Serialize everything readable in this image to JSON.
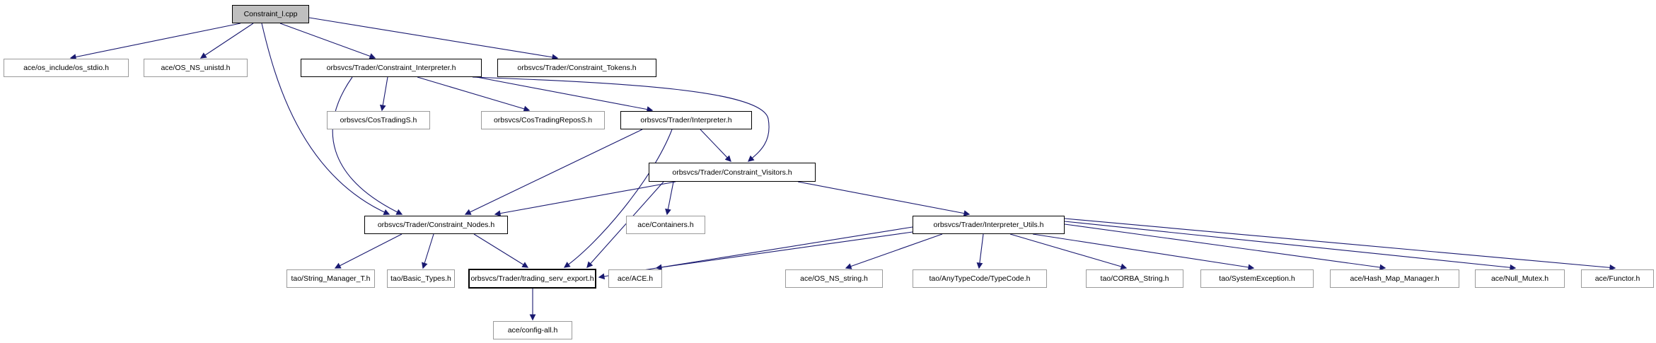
{
  "diagram": {
    "kind": "include-dependency-graph",
    "root_label": "Constraint_l.cpp",
    "edge_color": "#191970",
    "node_fill": "#ffffff",
    "root_fill": "#bfbfbf",
    "linked_border": "#000000",
    "leaf_border": "#9a9a9a"
  },
  "nodes": [
    {
      "id": "cpp",
      "label": "Constraint_l.cpp",
      "kind": "source"
    },
    {
      "id": "os_stdio",
      "label": "ace/os_include/os_stdio.h",
      "kind": "leaf"
    },
    {
      "id": "os_ns_unistd",
      "label": "ace/OS_NS_unistd.h",
      "kind": "leaf"
    },
    {
      "id": "constraint_interpreter",
      "label": "orbsvcs/Trader/Constraint_Interpreter.h",
      "kind": "linked"
    },
    {
      "id": "constraint_tokens",
      "label": "orbsvcs/Trader/Constraint_Tokens.h",
      "kind": "linked"
    },
    {
      "id": "cos_trading_s",
      "label": "orbsvcs/CosTradingS.h",
      "kind": "leaf"
    },
    {
      "id": "cos_trading_repos_s",
      "label": "orbsvcs/CosTradingReposS.h",
      "kind": "leaf"
    },
    {
      "id": "interpreter",
      "label": "orbsvcs/Trader/Interpreter.h",
      "kind": "linked"
    },
    {
      "id": "constraint_visitors",
      "label": "orbsvcs/Trader/Constraint_Visitors.h",
      "kind": "linked"
    },
    {
      "id": "constraint_nodes",
      "label": "orbsvcs/Trader/Constraint_Nodes.h",
      "kind": "linked"
    },
    {
      "id": "containers",
      "label": "ace/Containers.h",
      "kind": "leaf"
    },
    {
      "id": "interpreter_utils",
      "label": "orbsvcs/Trader/Interpreter_Utils.h",
      "kind": "linked"
    },
    {
      "id": "string_manager",
      "label": "tao/String_Manager_T.h",
      "kind": "leaf"
    },
    {
      "id": "basic_types",
      "label": "tao/Basic_Types.h",
      "kind": "leaf"
    },
    {
      "id": "trading_serv_export",
      "label": "orbsvcs/Trader/trading_serv_export.h",
      "kind": "linked-bold"
    },
    {
      "id": "ace",
      "label": "ace/ACE.h",
      "kind": "leaf"
    },
    {
      "id": "os_ns_string",
      "label": "ace/OS_NS_string.h",
      "kind": "leaf"
    },
    {
      "id": "typecode",
      "label": "tao/AnyTypeCode/TypeCode.h",
      "kind": "leaf"
    },
    {
      "id": "corba_string",
      "label": "tao/CORBA_String.h",
      "kind": "leaf"
    },
    {
      "id": "system_exception",
      "label": "tao/SystemException.h",
      "kind": "leaf"
    },
    {
      "id": "hash_map_manager",
      "label": "ace/Hash_Map_Manager.h",
      "kind": "leaf"
    },
    {
      "id": "null_mutex",
      "label": "ace/Null_Mutex.h",
      "kind": "leaf"
    },
    {
      "id": "functor",
      "label": "ace/Functor.h",
      "kind": "leaf"
    },
    {
      "id": "config_all",
      "label": "ace/config-all.h",
      "kind": "leaf"
    }
  ],
  "edges": [
    {
      "from": "cpp",
      "to": "os_stdio"
    },
    {
      "from": "cpp",
      "to": "os_ns_unistd"
    },
    {
      "from": "cpp",
      "to": "constraint_interpreter"
    },
    {
      "from": "cpp",
      "to": "constraint_tokens"
    },
    {
      "from": "cpp",
      "to": "constraint_nodes"
    },
    {
      "from": "constraint_interpreter",
      "to": "cos_trading_s"
    },
    {
      "from": "constraint_interpreter",
      "to": "cos_trading_repos_s"
    },
    {
      "from": "constraint_interpreter",
      "to": "interpreter"
    },
    {
      "from": "constraint_interpreter",
      "to": "constraint_nodes"
    },
    {
      "from": "constraint_interpreter",
      "to": "constraint_visitors"
    },
    {
      "from": "interpreter",
      "to": "constraint_visitors"
    },
    {
      "from": "interpreter",
      "to": "constraint_nodes"
    },
    {
      "from": "interpreter",
      "to": "trading_serv_export"
    },
    {
      "from": "constraint_visitors",
      "to": "constraint_nodes"
    },
    {
      "from": "constraint_visitors",
      "to": "containers"
    },
    {
      "from": "constraint_visitors",
      "to": "trading_serv_export"
    },
    {
      "from": "constraint_visitors",
      "to": "interpreter_utils"
    },
    {
      "from": "interpreter_utils",
      "to": "trading_serv_export"
    },
    {
      "from": "interpreter_utils",
      "to": "ace"
    },
    {
      "from": "interpreter_utils",
      "to": "os_ns_string"
    },
    {
      "from": "interpreter_utils",
      "to": "typecode"
    },
    {
      "from": "interpreter_utils",
      "to": "corba_string"
    },
    {
      "from": "interpreter_utils",
      "to": "system_exception"
    },
    {
      "from": "interpreter_utils",
      "to": "hash_map_manager"
    },
    {
      "from": "interpreter_utils",
      "to": "null_mutex"
    },
    {
      "from": "interpreter_utils",
      "to": "functor"
    },
    {
      "from": "constraint_nodes",
      "to": "string_manager"
    },
    {
      "from": "constraint_nodes",
      "to": "basic_types"
    },
    {
      "from": "constraint_nodes",
      "to": "trading_serv_export"
    },
    {
      "from": "trading_serv_export",
      "to": "config_all"
    }
  ]
}
